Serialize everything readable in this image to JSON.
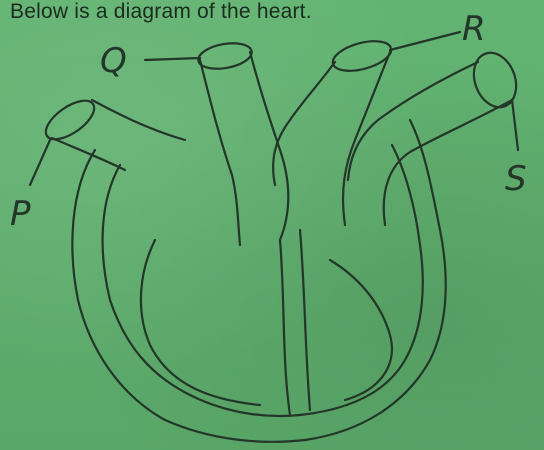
{
  "question": "Below is a diagram of the heart.",
  "labels": {
    "p": "P",
    "q": "Q",
    "r": "R",
    "s": "S"
  },
  "colors": {
    "background": "#5fae6e",
    "ink": "#24352a"
  }
}
